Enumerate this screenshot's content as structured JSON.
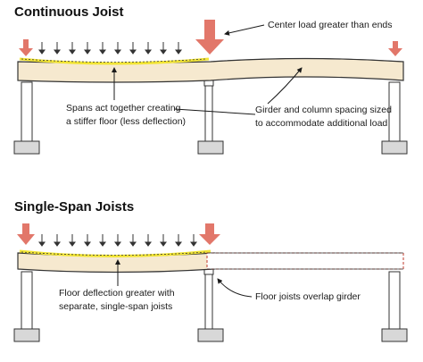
{
  "top": {
    "title": "Continuous Joist",
    "label_center_load": "Center load greater than ends",
    "label_spans_line1": "Spans act together creating",
    "label_spans_line2": "a stiffer floor (less deflection)",
    "label_girder_line1": "Girder and column spacing sized",
    "label_girder_line2": "to accommodate additional load"
  },
  "bottom": {
    "title": "Single-Span Joists",
    "label_deflection_line1": "Floor deflection greater with",
    "label_deflection_line2": "separate, single-span joists",
    "label_overlap": "Floor joists overlap girder"
  },
  "colors": {
    "beam": "#f6e9cf",
    "beam_stroke": "#333333",
    "deflection": "#f2e535",
    "arrow_large": "#e2776a",
    "arrow_small": "#333333",
    "joist_dashed": "#c0392b",
    "column": "#ffffff",
    "footing": "#d8d8d8"
  },
  "icons": {
    "load_arrow_large": "down-arrow-large",
    "load_arrow_small": "down-arrow-small"
  }
}
